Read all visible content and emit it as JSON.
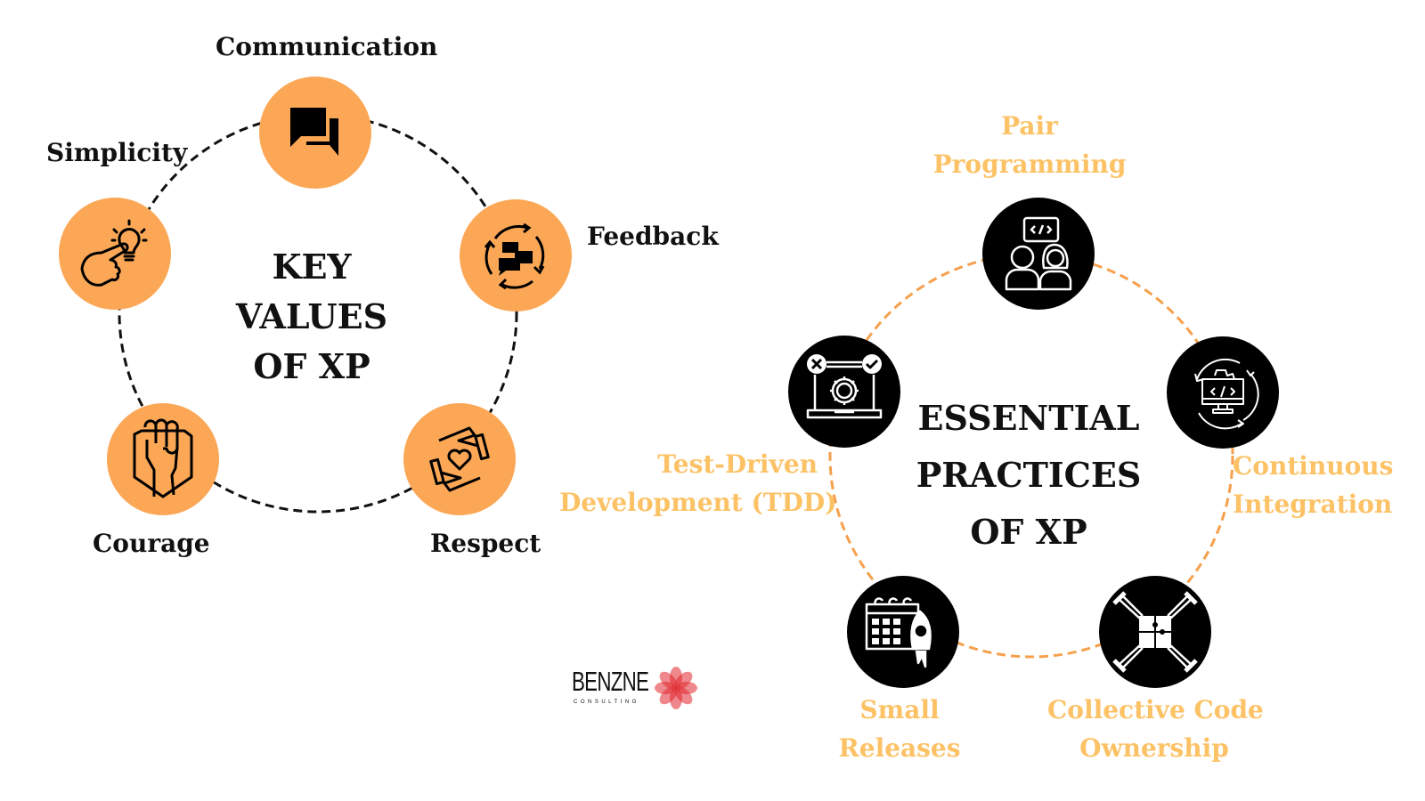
{
  "key_values": {
    "title_lines": [
      "KEY",
      "VALUES",
      "OF XP"
    ],
    "ring_color": "#111111",
    "node_color": "#FBA756",
    "items": [
      {
        "label": "Communication",
        "icon": "chat-bubbles-icon"
      },
      {
        "label": "Feedback",
        "icon": "feedback-cycle-icon"
      },
      {
        "label": "Respect",
        "icon": "hands-heart-icon"
      },
      {
        "label": "Courage",
        "icon": "fist-shield-icon"
      },
      {
        "label": "Simplicity",
        "icon": "idea-bulb-icon"
      }
    ]
  },
  "practices": {
    "title_lines": [
      "ESSENTIAL",
      "PRACTICES",
      "OF XP"
    ],
    "ring_color": "#F6A04D",
    "node_color": "#000000",
    "label_color": "#FCC265",
    "items": [
      {
        "label_lines": [
          "Pair",
          "Programming"
        ],
        "icon": "pair-programming-icon"
      },
      {
        "label_lines": [
          "Continuous",
          "Integration"
        ],
        "icon": "continuous-integration-icon"
      },
      {
        "label_lines": [
          "Collective Code",
          "Ownership"
        ],
        "icon": "puzzle-hands-icon"
      },
      {
        "label_lines": [
          "Small",
          "Releases"
        ],
        "icon": "calendar-rocket-icon"
      },
      {
        "label_lines": [
          "Test-Driven",
          "Development (TDD)"
        ],
        "icon": "laptop-gear-test-icon"
      }
    ]
  },
  "logo": {
    "name": "BENZNE",
    "tagline": "CONSULTING",
    "flower_color": "#E0262E"
  }
}
